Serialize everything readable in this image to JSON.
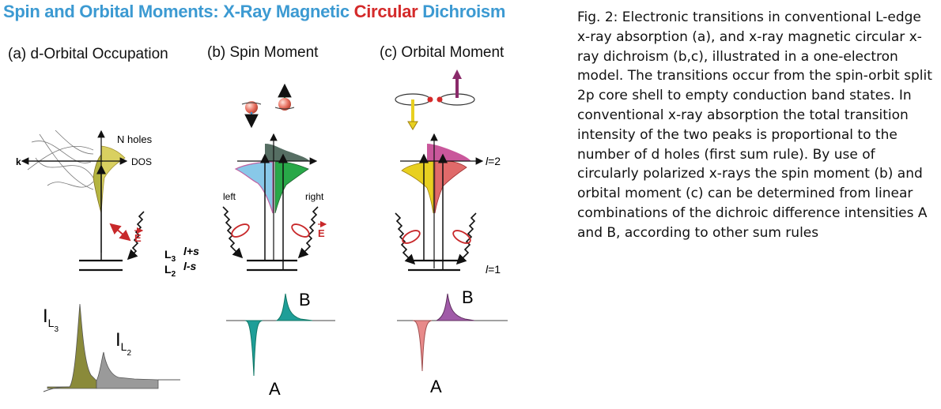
{
  "title": {
    "parts": [
      {
        "text": "Spin and Orbital Moments: X-Ray Magnetic ",
        "color": "#3c9ad2"
      },
      {
        "text": "Circular",
        "color": "#d42a2a"
      },
      {
        "text": " Dichroism",
        "color": "#3c9ad2"
      }
    ]
  },
  "panels": {
    "a": {
      "heading": "(a) d-Orbital Occupation",
      "n_holes": "N holes",
      "k": "k",
      "dos": "DOS",
      "e_vec": "E",
      "l3": "L",
      "l3_sub": "3",
      "l3_term": "l+s",
      "l2": "L",
      "l2_sub": "2",
      "l2_term": "l-s",
      "i_l3": "I",
      "i_l3_sub1": "L",
      "i_l3_sub2": "3",
      "i_l2": "I",
      "i_l2_sub1": "L",
      "i_l2_sub2": "2"
    },
    "b": {
      "heading": "(b) Spin Moment",
      "left": "left",
      "right": "right",
      "e_vec": "E",
      "peak_a": "A",
      "peak_b": "B"
    },
    "c": {
      "heading": "(c) Orbital Moment",
      "l_upper": "l",
      "l_upper_val": "=2",
      "l_lower": "l",
      "l_lower_val": "=1",
      "peak_a": "A",
      "peak_b": "B"
    }
  },
  "caption": "Fig. 2: Electronic transitions in conventional L-edge x-ray absorption (a), and x-ray magnetic circular x-ray dichroism (b,c), illustrated in a one-electron model. The transitions occur from the spin-orbit split 2p core shell to empty conduction band states. In conventional x-ray absorption the total transition intensity of the two peaks is proportional to the number of d holes (first sum rule). By use of circularly polarized x-rays the spin moment (b) and orbital moment (c) can be determined from linear combinations of the dichroic difference intensities A and B, according to other sum rules",
  "colors": {
    "title_blue": "#3c9ad2",
    "title_red": "#d42a2a",
    "l3_peak": "#8a8a3a",
    "l2_peak": "#9a9a9a",
    "spin_dichroism": "#1e9e98",
    "orbital_neg": "#e88a8a",
    "orbital_pos": "#a05aa8",
    "arrow_red": "#c8282a",
    "spin_arrow_green": "#2a9a3a",
    "spin_arrow_blue": "#3a90cc",
    "orbital_arrow_yellow": "#e8d020",
    "orbital_arrow_purple": "#8a2a6a"
  },
  "icons": [
    "spin-electron-icon",
    "orbital-electron-icon",
    "photon-wave-arrow-icon",
    "polarization-ellipse-icon"
  ]
}
